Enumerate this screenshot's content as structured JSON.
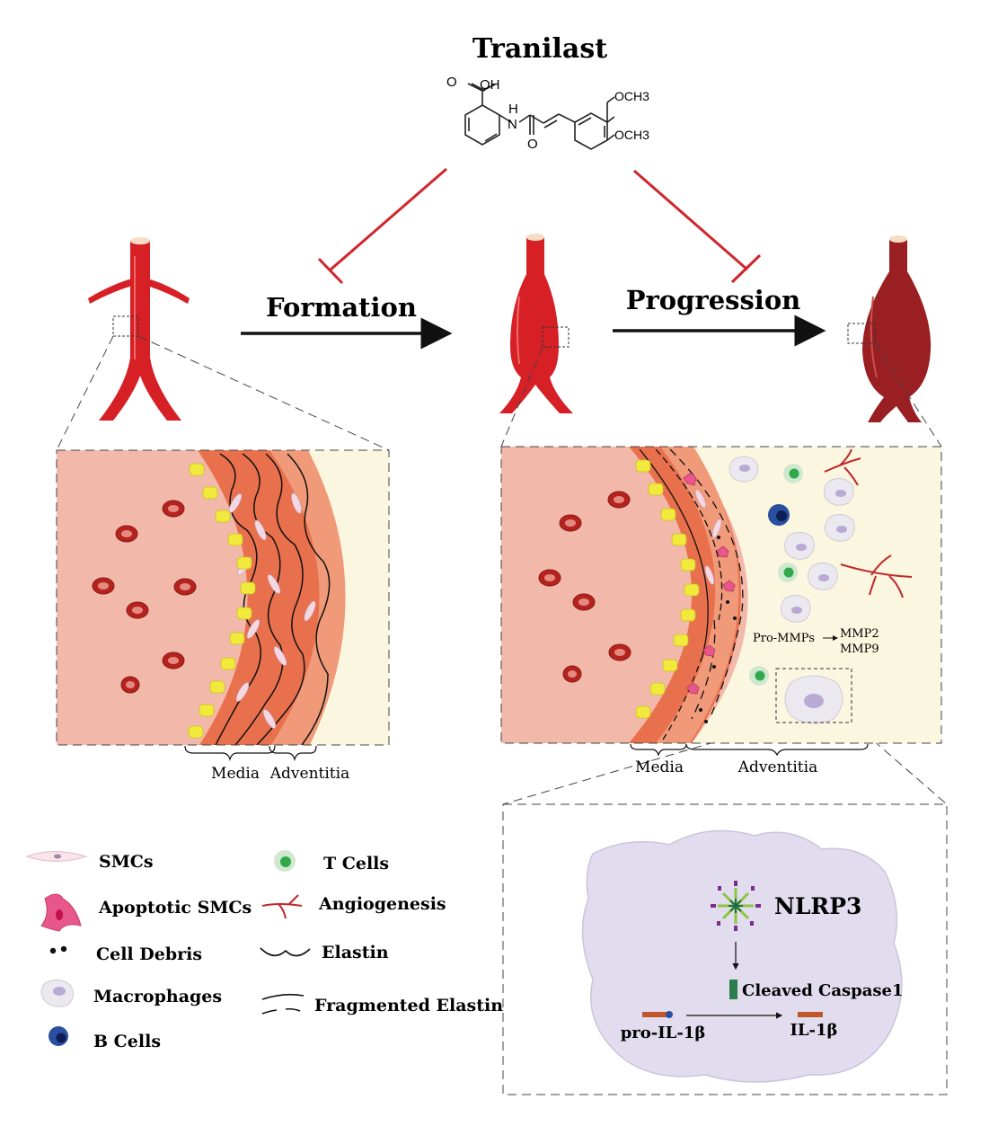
{
  "title": "Tranilast",
  "molecule": {
    "groups": [
      "OH",
      "N",
      "H",
      "O",
      "OCH3",
      "OCH3"
    ]
  },
  "stages": {
    "formation": "Formation",
    "progression": "Progression"
  },
  "layers": {
    "media": "Media",
    "adventitia": "Adventitia"
  },
  "enzymes": {
    "pro": "Pro-MMPs",
    "products": [
      "MMP2",
      "MMP9"
    ]
  },
  "inset": {
    "sensor": "NLRP3",
    "caspase": "Cleaved Caspase1",
    "pro_cytokine": "pro-IL-1β",
    "cytokine": "IL-1β"
  },
  "legend": [
    {
      "label": "SMCs",
      "icon": "smc-icon"
    },
    {
      "label": "Apoptotic SMCs",
      "icon": "apoptotic-smc-icon"
    },
    {
      "label": "Cell Debris",
      "icon": "cell-debris-icon"
    },
    {
      "label": "Macrophages",
      "icon": "macrophage-icon"
    },
    {
      "label": "B Cells",
      "icon": "b-cell-icon"
    },
    {
      "label": "T Cells",
      "icon": "t-cell-icon"
    },
    {
      "label": "Angiogenesis",
      "icon": "angiogenesis-icon"
    },
    {
      "label": "Elastin",
      "icon": "elastin-icon"
    },
    {
      "label": "Fragmented Elastin",
      "icon": "fragmented-elastin-icon"
    }
  ],
  "colors": {
    "inhibit": "#d0252b",
    "artery": "#d71f26",
    "aneurysm": "#9a1f22",
    "lumen": "#f2b9aa",
    "adventitia": "#fbf6df",
    "media": "#e9704c",
    "endothelium": "#f1ea3c",
    "rbc": "#b5231e",
    "tcell": "#2fa94a",
    "bcell": "#2a4f9e",
    "macrophage": "#ddd7ea",
    "apoptotic": "#e8578a",
    "caspase": "#2e7d4f",
    "il": "#c0562a"
  }
}
